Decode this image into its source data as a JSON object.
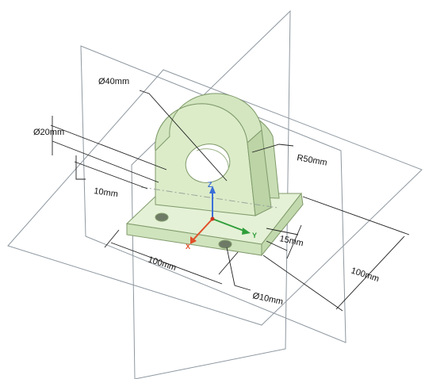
{
  "dimensions": {
    "hole_diameter": "Ø40mm",
    "boss_diameter": "Ø20mm",
    "offset": "10mm",
    "radius": "R50mm",
    "thickness": "15mm",
    "length": "100mm",
    "width": "100mm",
    "base_hole_diameter": "Ø10mm"
  },
  "axes": {
    "z": "Z",
    "x": "X",
    "y": "Y"
  },
  "colors": {
    "plane_stroke": "#8e98a0",
    "part_fill": "#d9ebc8",
    "part_stroke": "#7f9a6a",
    "dim_line": "#222222",
    "axis_z": "#3b6fd9",
    "axis_x": "#e0502a",
    "axis_y": "#2f9e3a"
  }
}
